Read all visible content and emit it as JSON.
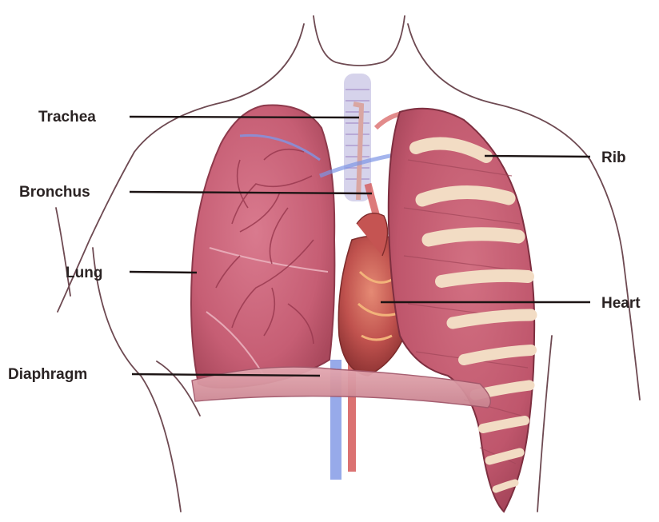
{
  "labels": {
    "trachea": "Trachea",
    "bronchus": "Bronchus",
    "lung": "Lung",
    "diaphragm": "Diaphragm",
    "rib": "Rib",
    "heart": "Heart"
  },
  "colors": {
    "lung": "#c65e74",
    "lung_shade": "#a9485c",
    "rib": "#f2dcc4",
    "heart": "#b84a4c",
    "vessel_blue": "#7e96e6",
    "vessel_red": "#d55a5a",
    "trachea": "#c8c6e4",
    "label_text": "#2a2323",
    "leader_line": "#1c1414"
  }
}
